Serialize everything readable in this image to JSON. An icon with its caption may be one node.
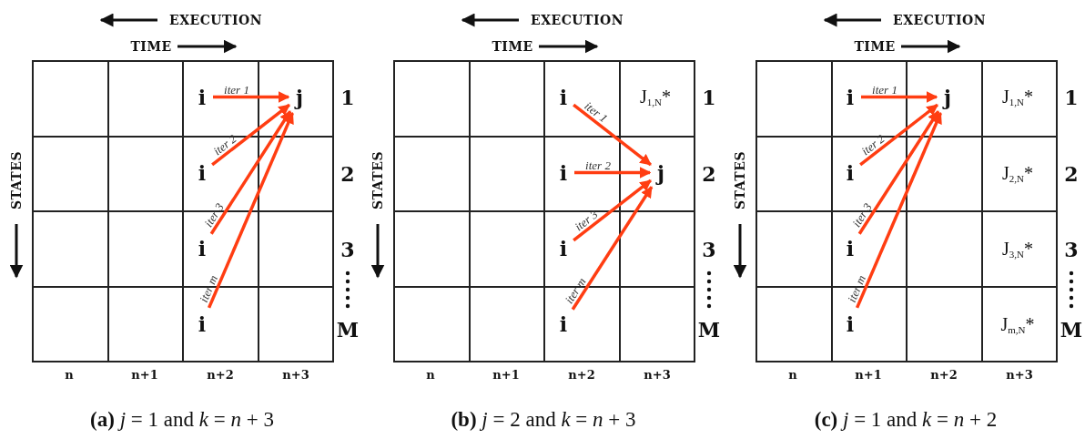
{
  "diagram": {
    "nodes": [
      {
        "text": [
          "i"
        ]
      },
      {
        "text": [
          "j"
        ]
      },
      {
        "text": [
          "i"
        ]
      },
      {
        "text": [
          "i"
        ]
      },
      {
        "text": [
          "i"
        ]
      },
      {
        "text": [
          "i"
        ]
      },
      {
        "text": [
          "i"
        ]
      },
      {
        "text": [
          "j"
        ]
      },
      {
        "text": [
          "i"
        ]
      },
      {
        "text": [
          "i"
        ]
      },
      {
        "text": [
          "i"
        ]
      },
      {
        "text": [
          "j"
        ]
      },
      {
        "text": [
          "i"
        ]
      },
      {
        "text": [
          "i"
        ]
      },
      {
        "text": [
          "i"
        ]
      }
    ],
    "edges": [
      {
        "from": 0,
        "to": 1,
        "arrow": "to",
        "label": "iter 1"
      },
      {
        "from": 2,
        "to": 1,
        "arrow": "to",
        "label": "iter 2"
      },
      {
        "from": 3,
        "to": 1,
        "arrow": "to",
        "label": "iter 3"
      },
      {
        "from": 4,
        "to": 1,
        "arrow": "to",
        "label": "iter m"
      },
      {
        "from": 5,
        "to": 7,
        "arrow": "to",
        "label": "iter 1"
      },
      {
        "from": 6,
        "to": 7,
        "arrow": "to",
        "label": "iter 2"
      },
      {
        "from": 8,
        "to": 7,
        "arrow": "to",
        "label": "iter 3"
      },
      {
        "from": 9,
        "to": 7,
        "arrow": "to",
        "label": "iter m"
      },
      {
        "from": 10,
        "to": 11,
        "arrow": "to",
        "label": "iter 1"
      },
      {
        "from": 12,
        "to": 11,
        "arrow": "to",
        "label": "iter 2"
      },
      {
        "from": 13,
        "to": 11,
        "arrow": "to",
        "label": "iter 3"
      },
      {
        "from": 14,
        "to": 11,
        "arrow": "to",
        "label": "iter m"
      }
    ],
    "labels": [
      "EXECUTION",
      "TIME",
      "STATES",
      "1",
      "2",
      "3",
      "M",
      "n",
      "n+1",
      "n+2",
      "n+3",
      "**(a)** *j* = 1 and *k* = *n* + 3",
      "EXECUTION",
      "TIME",
      "J$_{1,N}$*",
      "STATES",
      "1",
      "2",
      "3",
      "M",
      "n",
      "n+1",
      "n+2",
      "n+3",
      "**(b)** *j* = 2 and *k* = *n* + 3",
      "EXECUTION",
      "TIME",
      "J$_{1,N}$*",
      "J$_{2,N}$*",
      "J$_{3,N}$*",
      "J$_{m,N}$*",
      "STATES",
      "1",
      "2",
      "3",
      "M",
      "n",
      "n+1",
      "n+2",
      "n+3",
      "**(c)** *j* = 1 and *k* = *n* + 2"
    ]
  }
}
